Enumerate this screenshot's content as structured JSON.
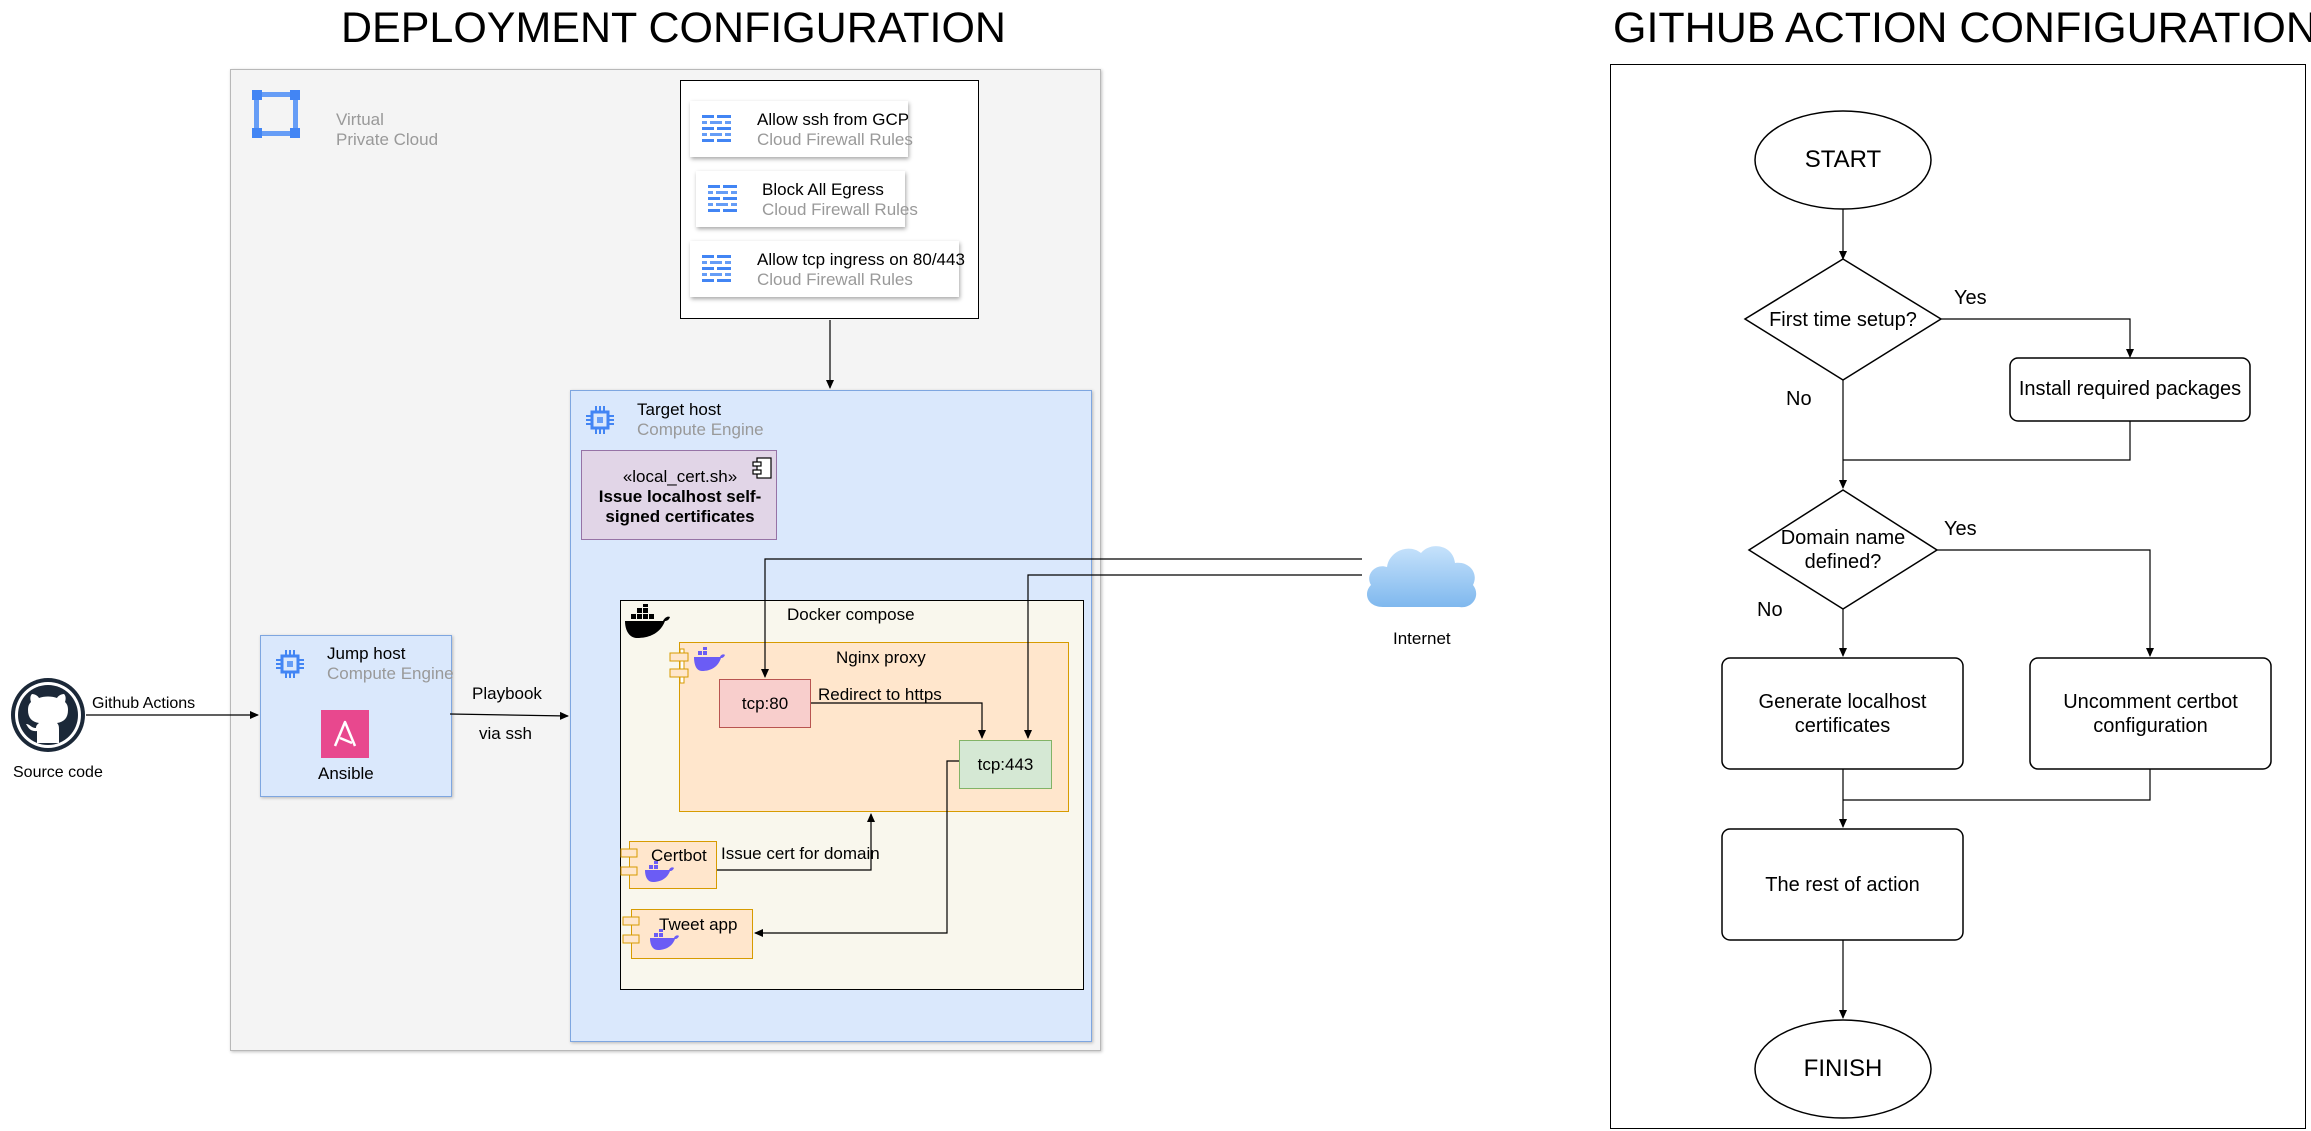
{
  "deployment": {
    "title": "DEPLOYMENT CONFIGURATION",
    "vpc": {
      "label_line1": "Virtual",
      "label_line2": "Private Cloud"
    },
    "firewall_rules": [
      {
        "name": "Allow ssh from GCP",
        "type": "Cloud Firewall Rules"
      },
      {
        "name": "Block All Egress",
        "type": "Cloud Firewall Rules"
      },
      {
        "name": "Allow tcp ingress on 80/443",
        "type": "Cloud Firewall Rules"
      }
    ],
    "target_host": {
      "name": "Target host",
      "type": "Compute Engine"
    },
    "local_cert": {
      "stereotype": "«local_cert.sh»",
      "line1": "Issue localhost self-",
      "line2": "signed certificates"
    },
    "docker_compose": {
      "label": "Docker compose",
      "nginx": {
        "label": "Nginx proxy",
        "port80": "tcp:80",
        "port443": "tcp:443",
        "redirect": "Redirect to https"
      },
      "certbot": {
        "label": "Certbot",
        "edge": "Issue cert for domain"
      },
      "tweet_app": {
        "label": "Tweet app"
      }
    },
    "jump_host": {
      "name": "Jump host",
      "type": "Compute Engine",
      "tool": "Ansible"
    },
    "source_code": {
      "label": "Source code",
      "edge": "Github Actions"
    },
    "playbook_edge": {
      "line1": "Playbook",
      "line2": "via ssh"
    },
    "internet": {
      "label": "Internet"
    }
  },
  "github_action": {
    "title": "GITHUB ACTION CONFIGURATION",
    "start": "START",
    "decision1": "First time setup?",
    "decision1_yes": "Yes",
    "decision1_no": "No",
    "install": "Install required packages",
    "decision2_line1": "Domain name",
    "decision2_line2": "defined?",
    "decision2_yes": "Yes",
    "decision2_no": "No",
    "generate_line1": "Generate localhost",
    "generate_line2": "certificates",
    "uncomment_line1": "Uncomment certbot",
    "uncomment_line2": "configuration",
    "rest": "The rest of action",
    "finish": "FINISH"
  },
  "colors": {
    "vpc_bg": "#f4f4f4",
    "compute_bg": "#dae8fc",
    "gcp_blue": "#4285f4",
    "local_cert_bg": "#e1d5e7",
    "docker_bg": "#f9f7ed",
    "nginx_bg": "#ffe6cc",
    "port80_bg": "#f8cecc",
    "port443_bg": "#d5e8d4",
    "ansible_pink": "#e8488e",
    "docker_whale": "#6b5cf5",
    "internet_cloud": "#9ecbf5"
  },
  "icons": [
    "vpc-icon",
    "firewall-icon",
    "compute-engine-icon",
    "component-icon",
    "docker-icon",
    "ansible-icon",
    "github-icon",
    "internet-cloud-icon"
  ]
}
